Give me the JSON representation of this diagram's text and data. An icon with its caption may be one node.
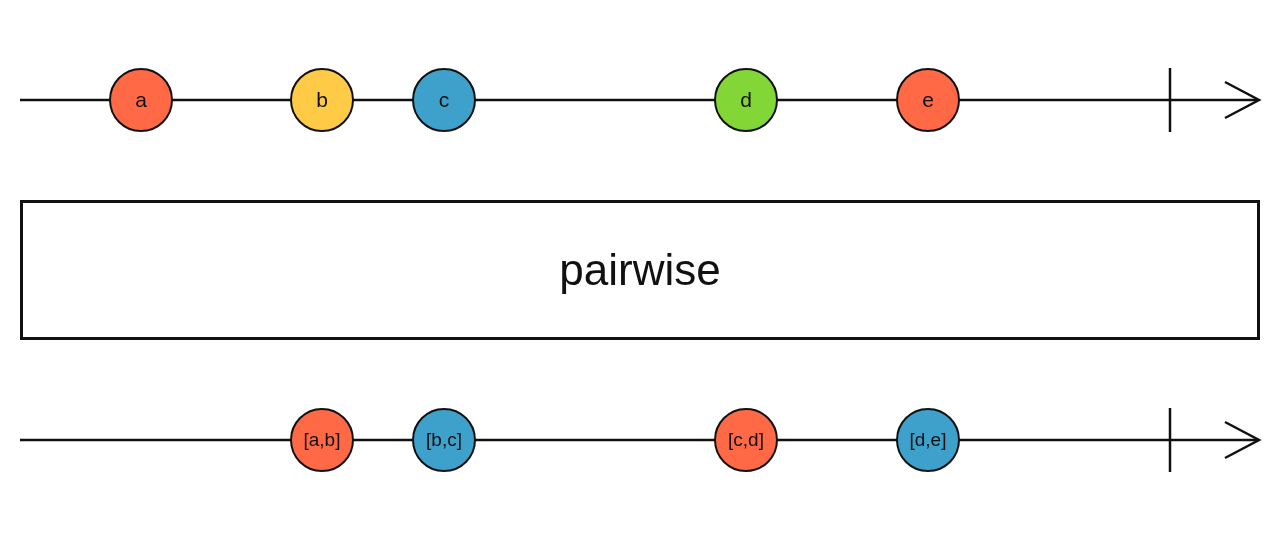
{
  "diagram": {
    "nodes": [
      {
        "text": [
          "a"
        ]
      },
      {
        "text": [
          "b"
        ]
      },
      {
        "text": [
          "c"
        ]
      },
      {
        "text": [
          "d"
        ]
      },
      {
        "text": [
          "e"
        ]
      },
      {
        "text": [
          "pairwise"
        ]
      },
      {
        "text": [
          "[a,b]"
        ]
      },
      {
        "text": [
          "[b,c]"
        ]
      },
      {
        "text": [
          "[c,d]"
        ]
      },
      {
        "text": [
          "[d,e]"
        ]
      }
    ]
  }
}
